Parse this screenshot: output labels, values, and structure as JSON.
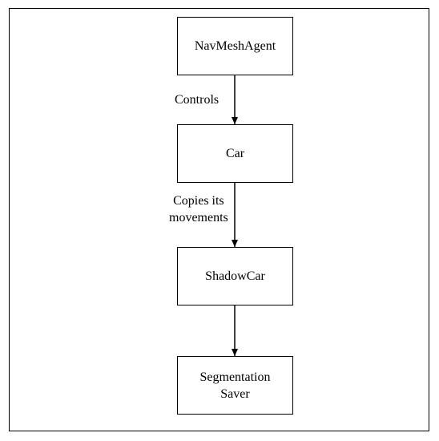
{
  "diagram": {
    "nodes": [
      {
        "id": "navmesh",
        "label": "NavMeshAgent"
      },
      {
        "id": "car",
        "label": "Car"
      },
      {
        "id": "shadow",
        "label": "ShadowCar"
      },
      {
        "id": "seg",
        "label": "Segmentation\nSaver"
      }
    ],
    "edges": [
      {
        "from": "navmesh",
        "to": "car",
        "label": "Controls"
      },
      {
        "from": "car",
        "to": "shadow",
        "label": "Copies its\nmovements"
      },
      {
        "from": "shadow",
        "to": "seg",
        "label": ""
      }
    ]
  }
}
